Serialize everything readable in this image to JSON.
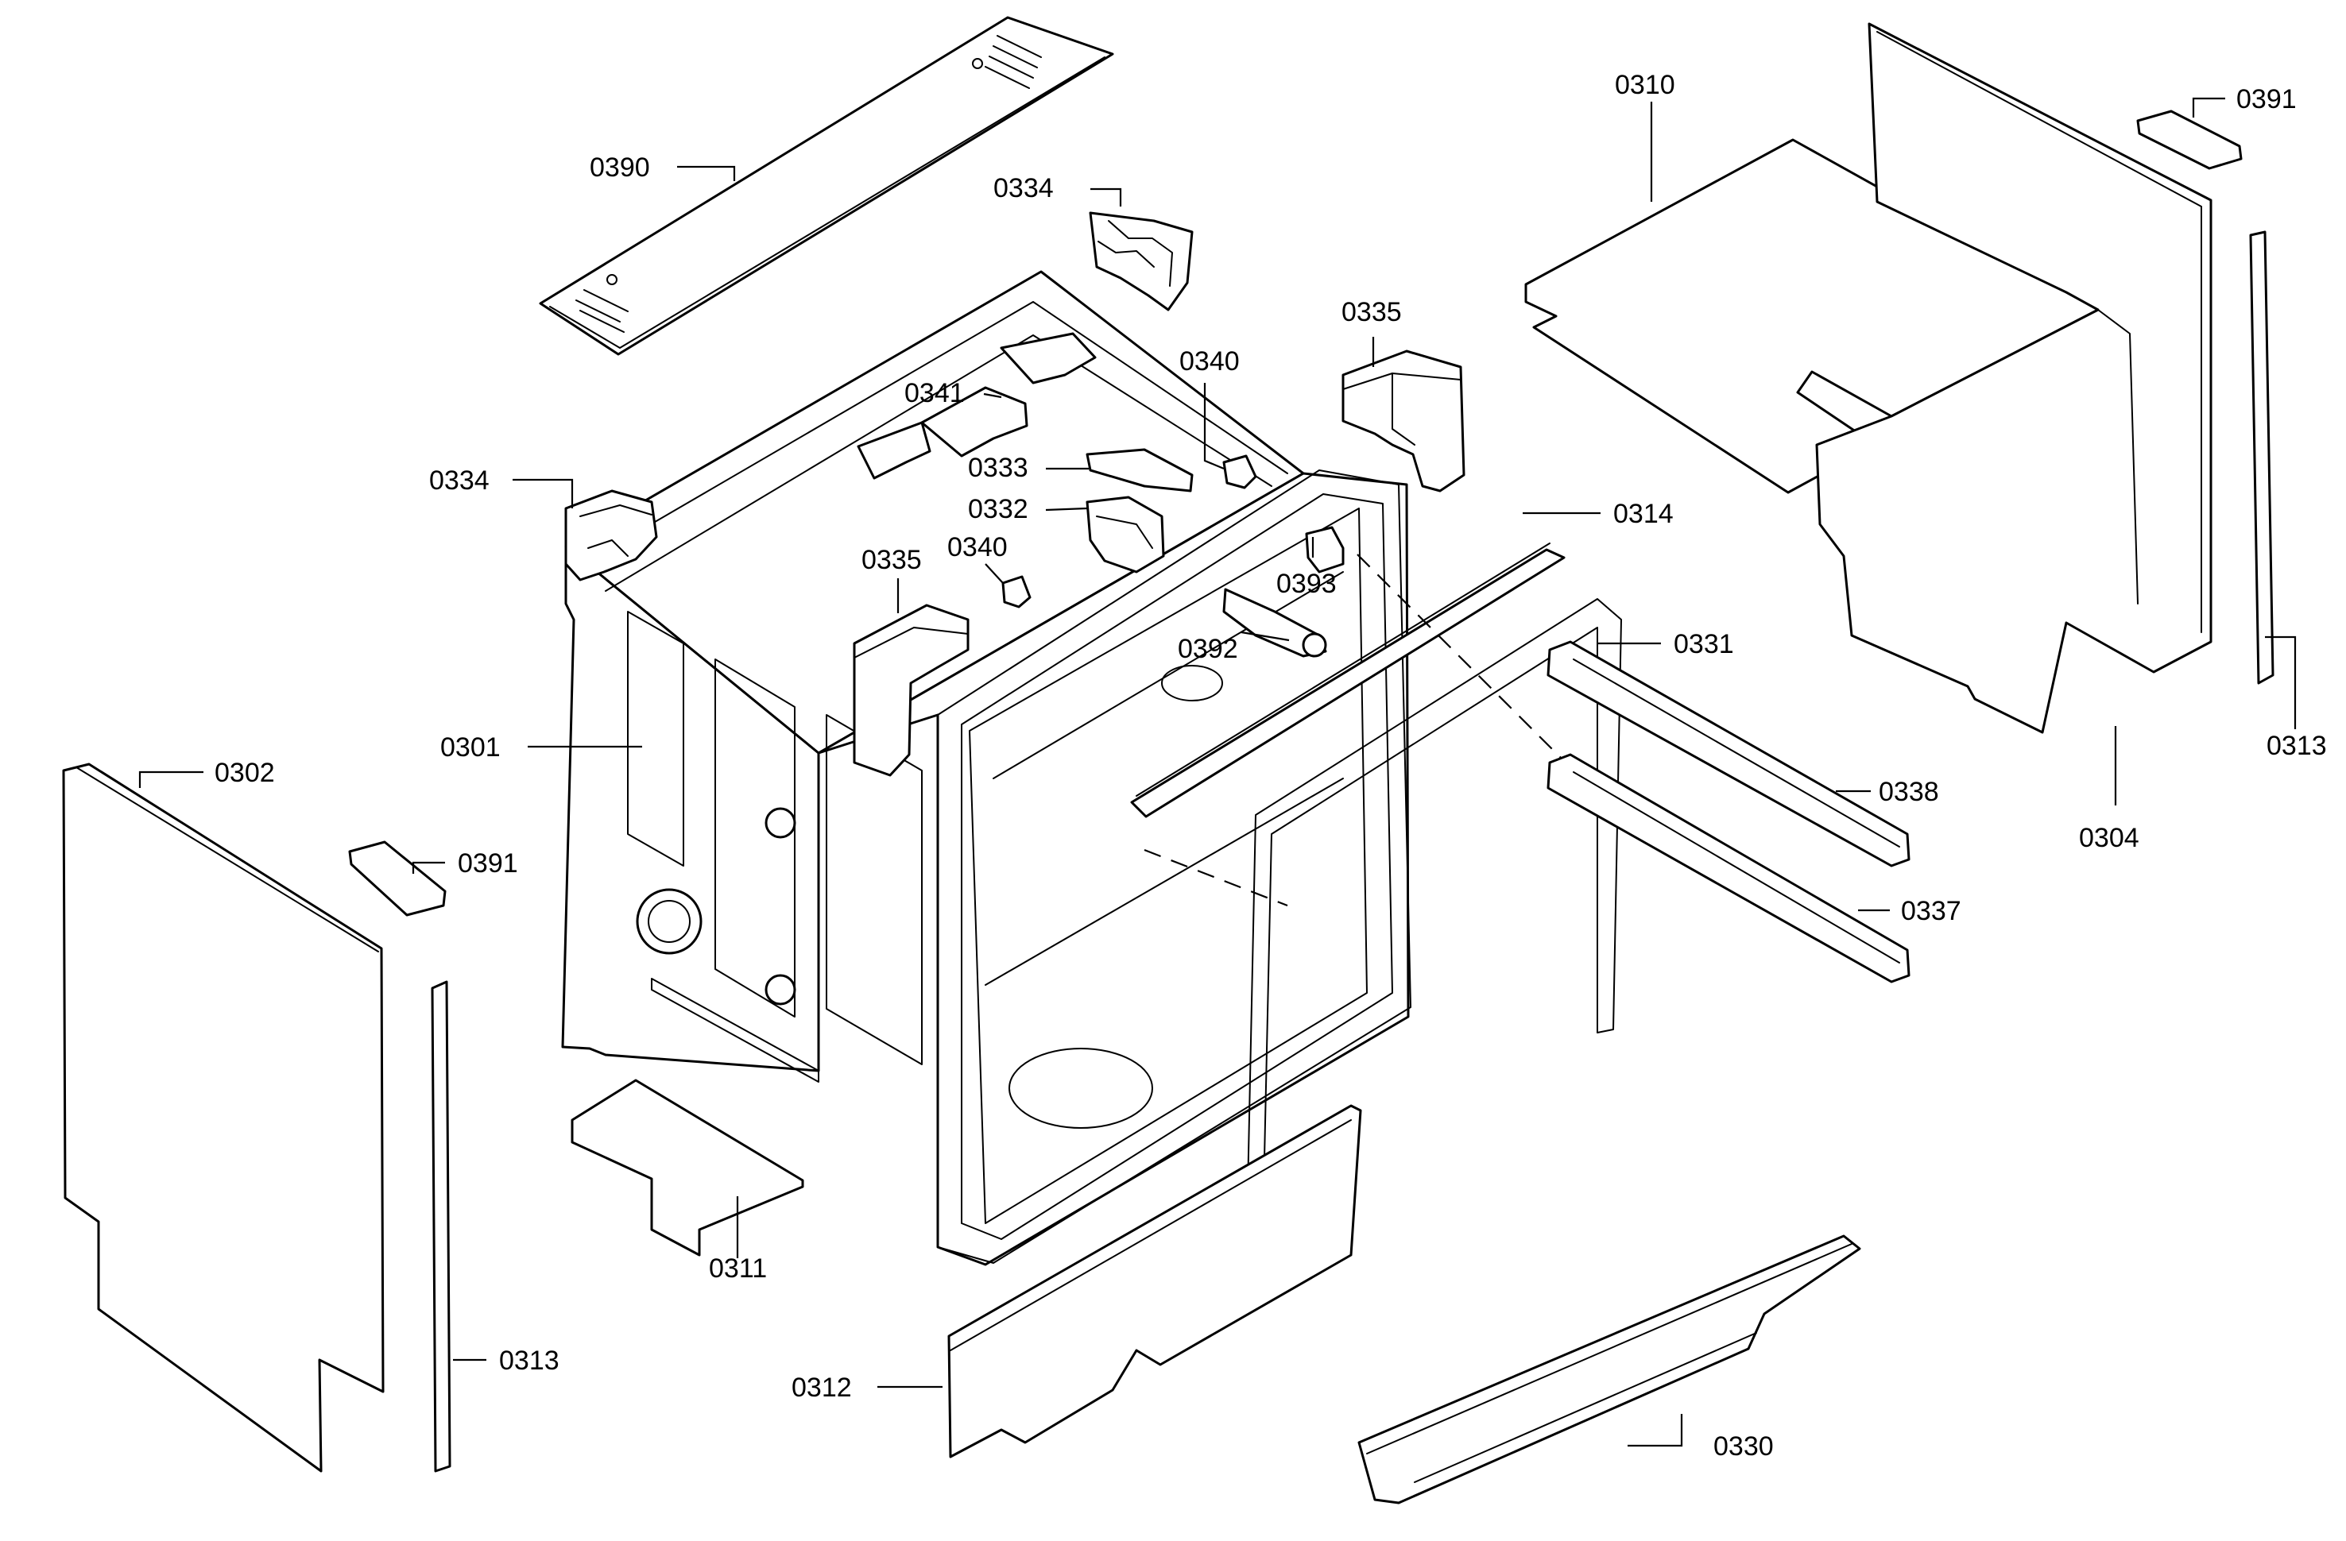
{
  "callouts": {
    "c0301": "0301",
    "c0302": "0302",
    "c0304": "0304",
    "c0310": "0310",
    "c0311": "0311",
    "c0312": "0312",
    "c0313_left": "0313",
    "c0313_right": "0313",
    "c0314": "0314",
    "c0330": "0330",
    "c0331": "0331",
    "c0332": "0332",
    "c0333": "0333",
    "c0334_top": "0334",
    "c0334_left": "0334",
    "c0335_right": "0335",
    "c0335_mid": "0335",
    "c0337": "0337",
    "c0338": "0338",
    "c0340_top": "0340",
    "c0340_mid": "0340",
    "c0341": "0341",
    "c0390": "0390",
    "c0391_left": "0391",
    "c0391_right": "0391",
    "c0392": "0392",
    "c0393": "0393"
  },
  "colors": {
    "line": "#000000",
    "background": "#ffffff"
  }
}
